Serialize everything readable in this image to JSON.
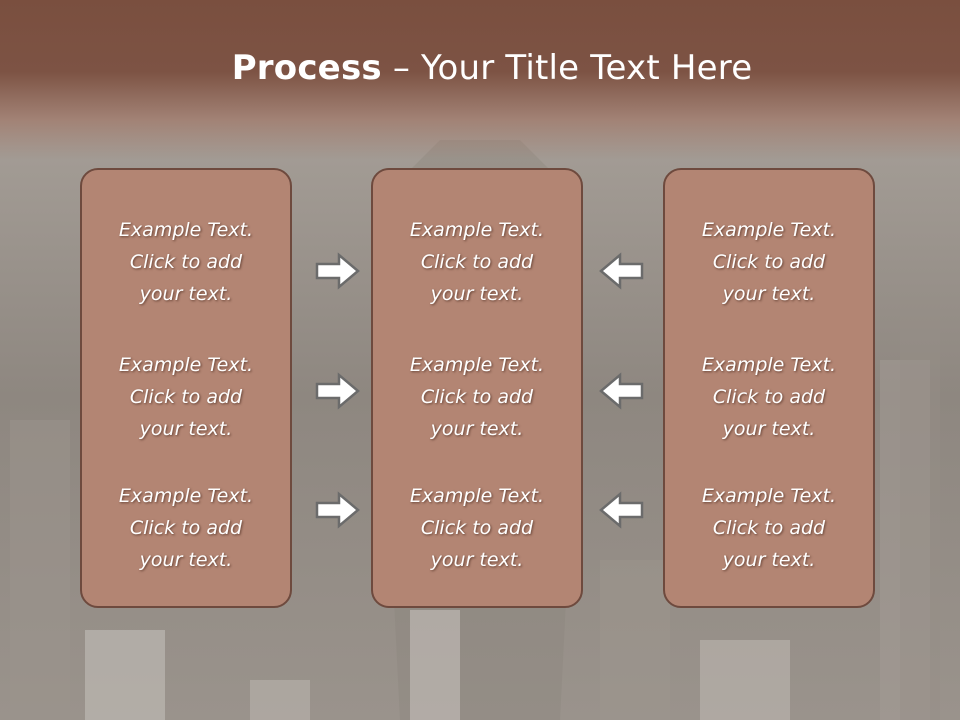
{
  "slide": {
    "title_bold": "Process",
    "title_rest": " – Your Title Text Here"
  },
  "columns": [
    {
      "items": [
        {
          "line1": "Example Text.",
          "line2": "Click  to add",
          "line3": "your text."
        },
        {
          "line1": "Example Text.",
          "line2": "Click  to add",
          "line3": "your text."
        },
        {
          "line1": "Example Text.",
          "line2": "Click  to add",
          "line3": "your text."
        }
      ]
    },
    {
      "items": [
        {
          "line1": "Example Text.",
          "line2": "Click  to add",
          "line3": "your text."
        },
        {
          "line1": "Example Text.",
          "line2": "Click  to add",
          "line3": "your text."
        },
        {
          "line1": "Example Text.",
          "line2": "Click  to add",
          "line3": "your text."
        }
      ]
    },
    {
      "items": [
        {
          "line1": "Example Text.",
          "line2": "Click  to add",
          "line3": "your text."
        },
        {
          "line1": "Example Text.",
          "line2": "Click  to add",
          "line3": "your text."
        },
        {
          "line1": "Example Text.",
          "line2": "Click  to add",
          "line3": "your text."
        }
      ]
    }
  ],
  "arrows": {
    "left_group": "right-arrow-icon",
    "right_group": "left-arrow-icon"
  },
  "colors": {
    "header": "#7a4f3f",
    "panel_fill": "#b38573",
    "panel_border": "#6e4a3e",
    "text": "#ffffff",
    "arrow_fill": "#ffffff",
    "arrow_stroke": "#6b6b6b"
  }
}
